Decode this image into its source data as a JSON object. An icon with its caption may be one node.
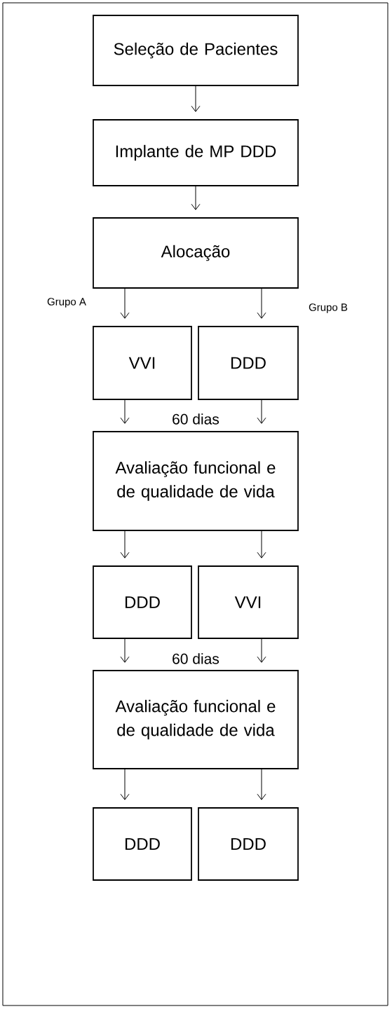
{
  "diagram": {
    "nodes": [
      {
        "text": [
          "Seleção de Pacientes"
        ]
      },
      {
        "text": [
          "Implante de MP DDD"
        ]
      },
      {
        "text": [
          "Alocação"
        ]
      },
      {
        "text": [
          "VVI"
        ]
      },
      {
        "text": [
          "DDD"
        ]
      },
      {
        "text": [
          "Avaliação funcional e de qualidade de vida"
        ]
      },
      {
        "text": [
          "DDD"
        ]
      },
      {
        "text": [
          "VVI"
        ]
      },
      {
        "text": [
          "Avaliação funcional e de qualidade de vida"
        ]
      },
      {
        "text": [
          "DDD"
        ]
      },
      {
        "text": [
          "DDD"
        ]
      }
    ],
    "edges": [
      {
        "from": 0,
        "to": 1,
        "arrow": "to"
      },
      {
        "from": 1,
        "to": 2,
        "arrow": "to"
      },
      {
        "from": 2,
        "to": 3,
        "arrow": "to",
        "label": "Grupo A"
      },
      {
        "from": 2,
        "to": 4,
        "arrow": "to",
        "label": "Grupo B"
      },
      {
        "from": 3,
        "to": 5,
        "arrow": "to"
      },
      {
        "from": 4,
        "to": 5,
        "arrow": "to"
      },
      {
        "from": 5,
        "to": 6,
        "arrow": "to"
      },
      {
        "from": 5,
        "to": 7,
        "arrow": "to"
      },
      {
        "from": 6,
        "to": 8,
        "arrow": "to"
      },
      {
        "from": 7,
        "to": 8,
        "arrow": "to"
      },
      {
        "from": 8,
        "to": 9,
        "arrow": "to"
      },
      {
        "from": 8,
        "to": 10,
        "arrow": "to"
      }
    ],
    "labels": [
      "60 dias",
      "60 dias"
    ]
  }
}
